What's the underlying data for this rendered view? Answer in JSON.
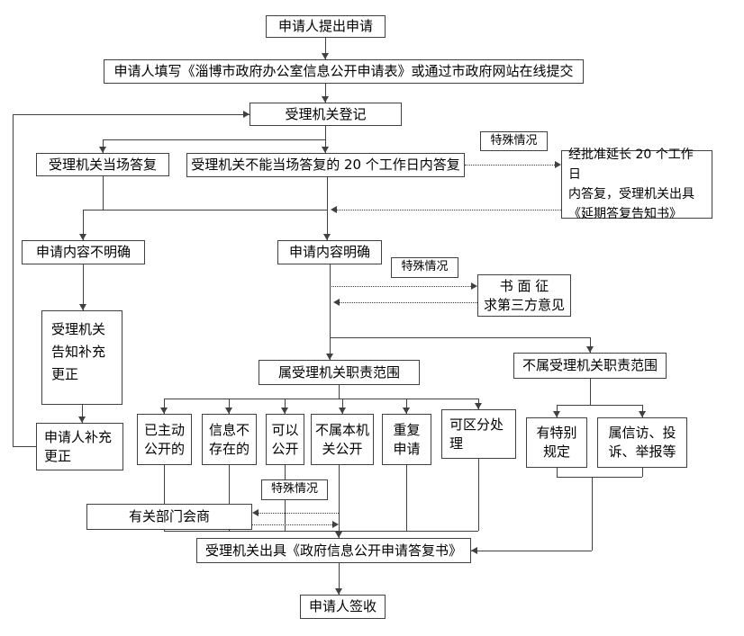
{
  "colors": {
    "stroke": "#404040",
    "background": "#ffffff",
    "text": "#000000"
  },
  "flowchart": {
    "nodes": {
      "applicant_submit": "申请人提出申请",
      "fill_form": "申请人填写《淄博市政府办公室信息公开申请表》或通过市政府网站在线提交",
      "registration": "受理机关登记",
      "onspot_reply": "受理机关当场答复",
      "reply_20days": "受理机关不能当场答复的 20 个工作日内答复",
      "special_case_label": "特殊情况",
      "extended_reply": "经批准延长 20 个工作日\n内答复，受理机关出具\n《延期答复告知书》",
      "content_unclear": "申请内容不明确",
      "content_clear": "申请内容明确",
      "third_party": "书 面 征\n求第三方意见",
      "notify_correction": "受理机关\n告知补充\n更正",
      "within_scope": "属受理机关职责范围",
      "outside_scope": "不属受理机关职责范围",
      "applicant_correction": "申请人补充\n更正",
      "already_public": "已主动\n公开的",
      "not_exist": "信息不\n存在的",
      "can_disclose": "可以\n公开",
      "not_this_org": "不属本机\n关公开",
      "repeat_apply": "重复\n申请",
      "separable": "可区分处\n理",
      "special_rules": "有特别\n规定",
      "petition": "属信访、投\n诉、举报等",
      "dept_consult": "有关部门会商",
      "issue_reply": "受理机关出具《政府信息公开申请答复书》",
      "applicant_sign": "申请人签收"
    }
  }
}
